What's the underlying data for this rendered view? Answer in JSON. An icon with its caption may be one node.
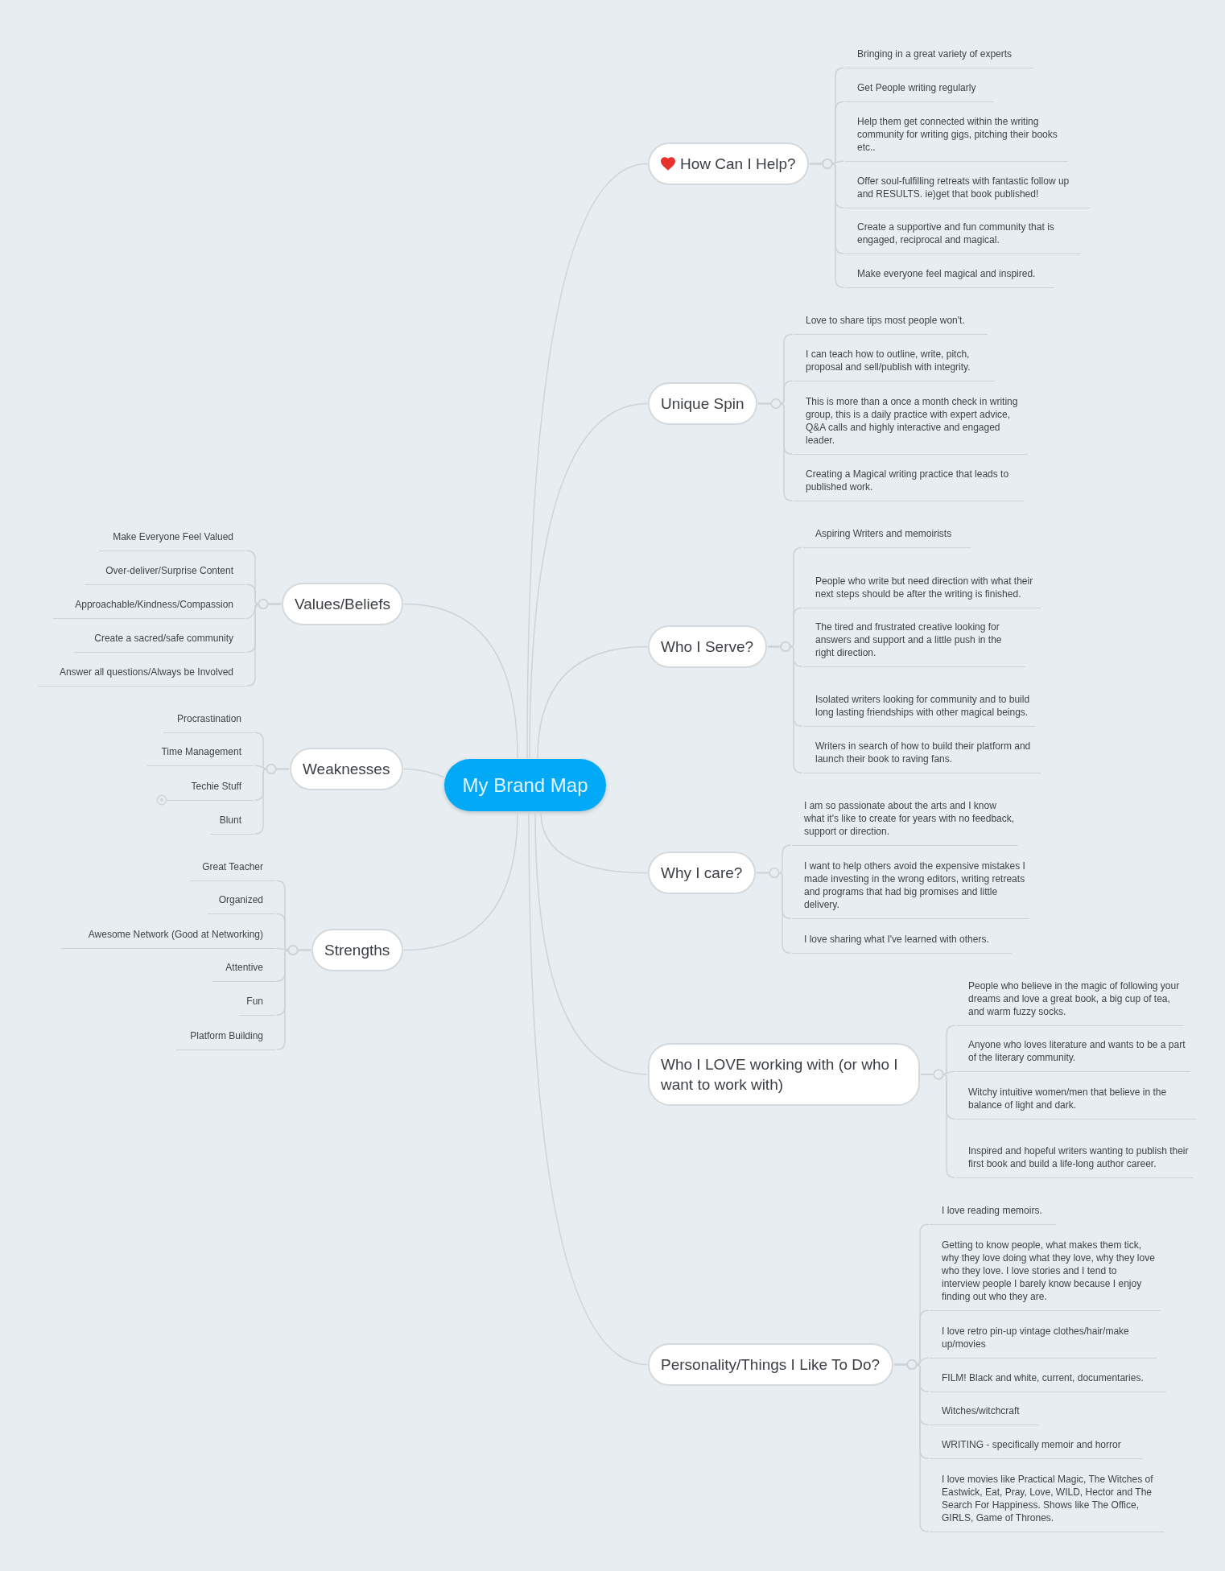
{
  "diagram": {
    "nodes": [
      {
        "text": [
          "My Brand Map"
        ]
      },
      {
        "text": [
          "How Can I Help?"
        ]
      },
      {
        "text": [
          "Bringing in a great variety of experts"
        ]
      },
      {
        "text": [
          "Get People writing regularly"
        ]
      },
      {
        "text": [
          "Help them get connected within the writing community for writing gigs, pitching their books etc.."
        ]
      },
      {
        "text": [
          "Offer soul-fulfilling retreats with fantastic follow up and RESULTS. ie)get that book published!"
        ]
      },
      {
        "text": [
          "Create a supportive and fun community that is engaged, reciprocal and magical."
        ]
      },
      {
        "text": [
          "Make everyone feel magical and inspired."
        ]
      },
      {
        "text": [
          "Unique Spin"
        ]
      },
      {
        "text": [
          "Love to share tips most people won't."
        ]
      },
      {
        "text": [
          "I can teach how to outline, write, pitch, proposal and sell/publish with integrity."
        ]
      },
      {
        "text": [
          "This is more than a once a month check in writing group, this is a daily practice with expert advice, Q&A calls and highly interactive and engaged leader."
        ]
      },
      {
        "text": [
          "Creating a Magical writing practice that leads to published work."
        ]
      },
      {
        "text": [
          "Who I Serve?"
        ]
      },
      {
        "text": [
          "Aspiring Writers and memoirists"
        ]
      },
      {
        "text": [
          "People who write but need direction with what their next steps should be after the writing is finished."
        ]
      },
      {
        "text": [
          "The tired and frustrated creative looking for answers and support and a little push in the right direction."
        ]
      },
      {
        "text": [
          "Isolated writers looking for community and to build long lasting friendships with other magical beings."
        ]
      },
      {
        "text": [
          "Writers in search of how to build their platform and launch their book to raving fans."
        ]
      },
      {
        "text": [
          "Why I care?"
        ]
      },
      {
        "text": [
          "I am so passionate about the arts and I know what it's like to create for years with no feedback, support or direction."
        ]
      },
      {
        "text": [
          "I want to help others avoid the expensive mistakes I made investing in the wrong editors, writing retreats and programs that had big promises and little delivery."
        ]
      },
      {
        "text": [
          "I love sharing what I've learned with others."
        ]
      },
      {
        "text": [
          "Who I LOVE working with (or who I want to work with)"
        ]
      },
      {
        "text": [
          "People who believe in the magic of following your dreams and love a great book, a big cup of tea, and warm fuzzy socks."
        ]
      },
      {
        "text": [
          "Anyone who loves literature and wants to be a part of the literary community."
        ]
      },
      {
        "text": [
          "Witchy intuitive women/men that believe in the balance of light and dark."
        ]
      },
      {
        "text": [
          "Inspired and hopeful writers wanting to publish their first book and build a life-long author career."
        ]
      },
      {
        "text": [
          "Personality/Things I Like To Do?"
        ]
      },
      {
        "text": [
          "I love reading memoirs."
        ]
      },
      {
        "text": [
          "Getting to know people, what makes them tick, why they love doing what they love, why they love who they love. I love stories and I tend to interview people I barely know because I enjoy finding out who they are."
        ]
      },
      {
        "text": [
          "I love retro pin-up vintage clothes/hair/make up/movies"
        ]
      },
      {
        "text": [
          "FILM! Black and white, current, documentaries."
        ]
      },
      {
        "text": [
          "Witches/witchcraft"
        ]
      },
      {
        "text": [
          "WRITING - specifically memoir and horror"
        ]
      },
      {
        "text": [
          "I love movies like Practical Magic, The Witches of Eastwick, Eat, Pray, Love, WILD, Hector and The Search For Happiness. Shows like The Office, GIRLS, Game of Thrones."
        ]
      },
      {
        "text": [
          "Values/Beliefs"
        ]
      },
      {
        "text": [
          "Make Everyone Feel Valued"
        ]
      },
      {
        "text": [
          "Over-deliver/Surprise Content"
        ]
      },
      {
        "text": [
          "Approachable/Kindness/Compassion"
        ]
      },
      {
        "text": [
          "Create a sacred/safe community"
        ]
      },
      {
        "text": [
          "Answer all questions/Always be Involved"
        ]
      },
      {
        "text": [
          "Weaknesses"
        ]
      },
      {
        "text": [
          "Procrastination"
        ]
      },
      {
        "text": [
          "Time Management"
        ]
      },
      {
        "text": [
          "Techie Stuff"
        ]
      },
      {
        "text": [
          "Blunt"
        ]
      },
      {
        "text": [
          "Strengths"
        ]
      },
      {
        "text": [
          "Great Teacher"
        ]
      },
      {
        "text": [
          "Organized"
        ]
      },
      {
        "text": [
          "Awesome Network (Good at Networking)"
        ]
      },
      {
        "text": [
          "Attentive"
        ]
      },
      {
        "text": [
          "Fun"
        ]
      },
      {
        "text": [
          "Platform Building"
        ]
      }
    ],
    "edges": [
      {
        "from": 0,
        "to": 1,
        "arrow": "none"
      },
      {
        "from": 1,
        "to": 2,
        "arrow": "none"
      },
      {
        "from": 1,
        "to": 3,
        "arrow": "none"
      },
      {
        "from": 1,
        "to": 4,
        "arrow": "none"
      },
      {
        "from": 1,
        "to": 5,
        "arrow": "none"
      },
      {
        "from": 1,
        "to": 6,
        "arrow": "none"
      },
      {
        "from": 1,
        "to": 7,
        "arrow": "none"
      },
      {
        "from": 0,
        "to": 8,
        "arrow": "none"
      },
      {
        "from": 8,
        "to": 9,
        "arrow": "none"
      },
      {
        "from": 8,
        "to": 10,
        "arrow": "none"
      },
      {
        "from": 8,
        "to": 11,
        "arrow": "none"
      },
      {
        "from": 8,
        "to": 12,
        "arrow": "none"
      },
      {
        "from": 0,
        "to": 13,
        "arrow": "none"
      },
      {
        "from": 13,
        "to": 14,
        "arrow": "none"
      },
      {
        "from": 13,
        "to": 15,
        "arrow": "none"
      },
      {
        "from": 13,
        "to": 16,
        "arrow": "none"
      },
      {
        "from": 13,
        "to": 17,
        "arrow": "none"
      },
      {
        "from": 13,
        "to": 18,
        "arrow": "none"
      },
      {
        "from": 0,
        "to": 19,
        "arrow": "none"
      },
      {
        "from": 19,
        "to": 20,
        "arrow": "none"
      },
      {
        "from": 19,
        "to": 21,
        "arrow": "none"
      },
      {
        "from": 19,
        "to": 22,
        "arrow": "none"
      },
      {
        "from": 0,
        "to": 23,
        "arrow": "none"
      },
      {
        "from": 23,
        "to": 24,
        "arrow": "none"
      },
      {
        "from": 23,
        "to": 25,
        "arrow": "none"
      },
      {
        "from": 23,
        "to": 26,
        "arrow": "none"
      },
      {
        "from": 23,
        "to": 27,
        "arrow": "none"
      },
      {
        "from": 0,
        "to": 28,
        "arrow": "none"
      },
      {
        "from": 28,
        "to": 29,
        "arrow": "none"
      },
      {
        "from": 28,
        "to": 30,
        "arrow": "none"
      },
      {
        "from": 28,
        "to": 31,
        "arrow": "none"
      },
      {
        "from": 28,
        "to": 32,
        "arrow": "none"
      },
      {
        "from": 28,
        "to": 33,
        "arrow": "none"
      },
      {
        "from": 28,
        "to": 34,
        "arrow": "none"
      },
      {
        "from": 28,
        "to": 35,
        "arrow": "none"
      },
      {
        "from": 0,
        "to": 36,
        "arrow": "none"
      },
      {
        "from": 36,
        "to": 37,
        "arrow": "none"
      },
      {
        "from": 36,
        "to": 38,
        "arrow": "none"
      },
      {
        "from": 36,
        "to": 39,
        "arrow": "none"
      },
      {
        "from": 36,
        "to": 40,
        "arrow": "none"
      },
      {
        "from": 36,
        "to": 41,
        "arrow": "none"
      },
      {
        "from": 0,
        "to": 42,
        "arrow": "none"
      },
      {
        "from": 42,
        "to": 43,
        "arrow": "none"
      },
      {
        "from": 42,
        "to": 44,
        "arrow": "none"
      },
      {
        "from": 42,
        "to": 45,
        "arrow": "none"
      },
      {
        "from": 42,
        "to": 46,
        "arrow": "none"
      },
      {
        "from": 0,
        "to": 47,
        "arrow": "none"
      },
      {
        "from": 47,
        "to": 48,
        "arrow": "none"
      },
      {
        "from": 47,
        "to": 49,
        "arrow": "none"
      },
      {
        "from": 47,
        "to": 50,
        "arrow": "none"
      },
      {
        "from": 47,
        "to": 51,
        "arrow": "none"
      },
      {
        "from": 47,
        "to": 52,
        "arrow": "none"
      },
      {
        "from": 47,
        "to": 53,
        "arrow": "none"
      }
    ]
  }
}
